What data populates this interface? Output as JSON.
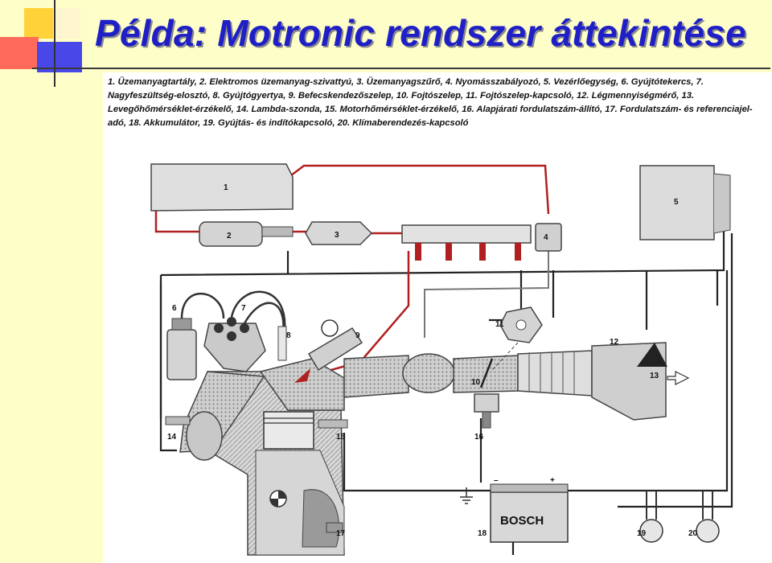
{
  "slide": {
    "title": "Példa: Motronic rendszer áttekintése",
    "legend": "1. Üzemanyagtartály, 2. Elektromos üzemanyag-szivattyú, 3. Üzemanyagszűrő, 4. Nyomásszabályozó, 5. Vezérlőegység, 6. Gyújtótekercs, 7. Nagyfeszültség-elosztó, 8. Gyújtógyertya, 9. Befecskendezőszelep, 10. Fojtószelep, 11. Fojtószelep-kapcsoló, 12. Légmennyiségmérő, 13. Levegőhőmérséklet-érzékelő, 14. Lambda-szonda, 15. Motorhőmérséklet-érzékelő, 16. Alapjárati fordulatszám-állító, 17. Fordulatszám- és referenciajel-adó, 18. Akkumulátor, 19. Gyújtás- és indítókapcsoló, 20. Klímaberendezés-kapcsoló"
  },
  "diagram": {
    "labels": {
      "n1": "1",
      "n2": "2",
      "n3": "3",
      "n4": "4",
      "n5": "5",
      "n6": "6",
      "n7": "7",
      "n8": "8",
      "n9": "9",
      "n10": "10",
      "n11": "11",
      "n12": "12",
      "n13": "13",
      "n14": "14",
      "n15": "15",
      "n16": "16",
      "n17": "17",
      "n18": "18",
      "n19": "19",
      "n20": "20"
    },
    "battery_brand": "BOSCH",
    "battery_minus": "–",
    "battery_plus": "+",
    "colors": {
      "fuel_line": "#b02020",
      "wire": "#222222",
      "title": "#1f1fc8",
      "background": "#fefec8"
    }
  }
}
